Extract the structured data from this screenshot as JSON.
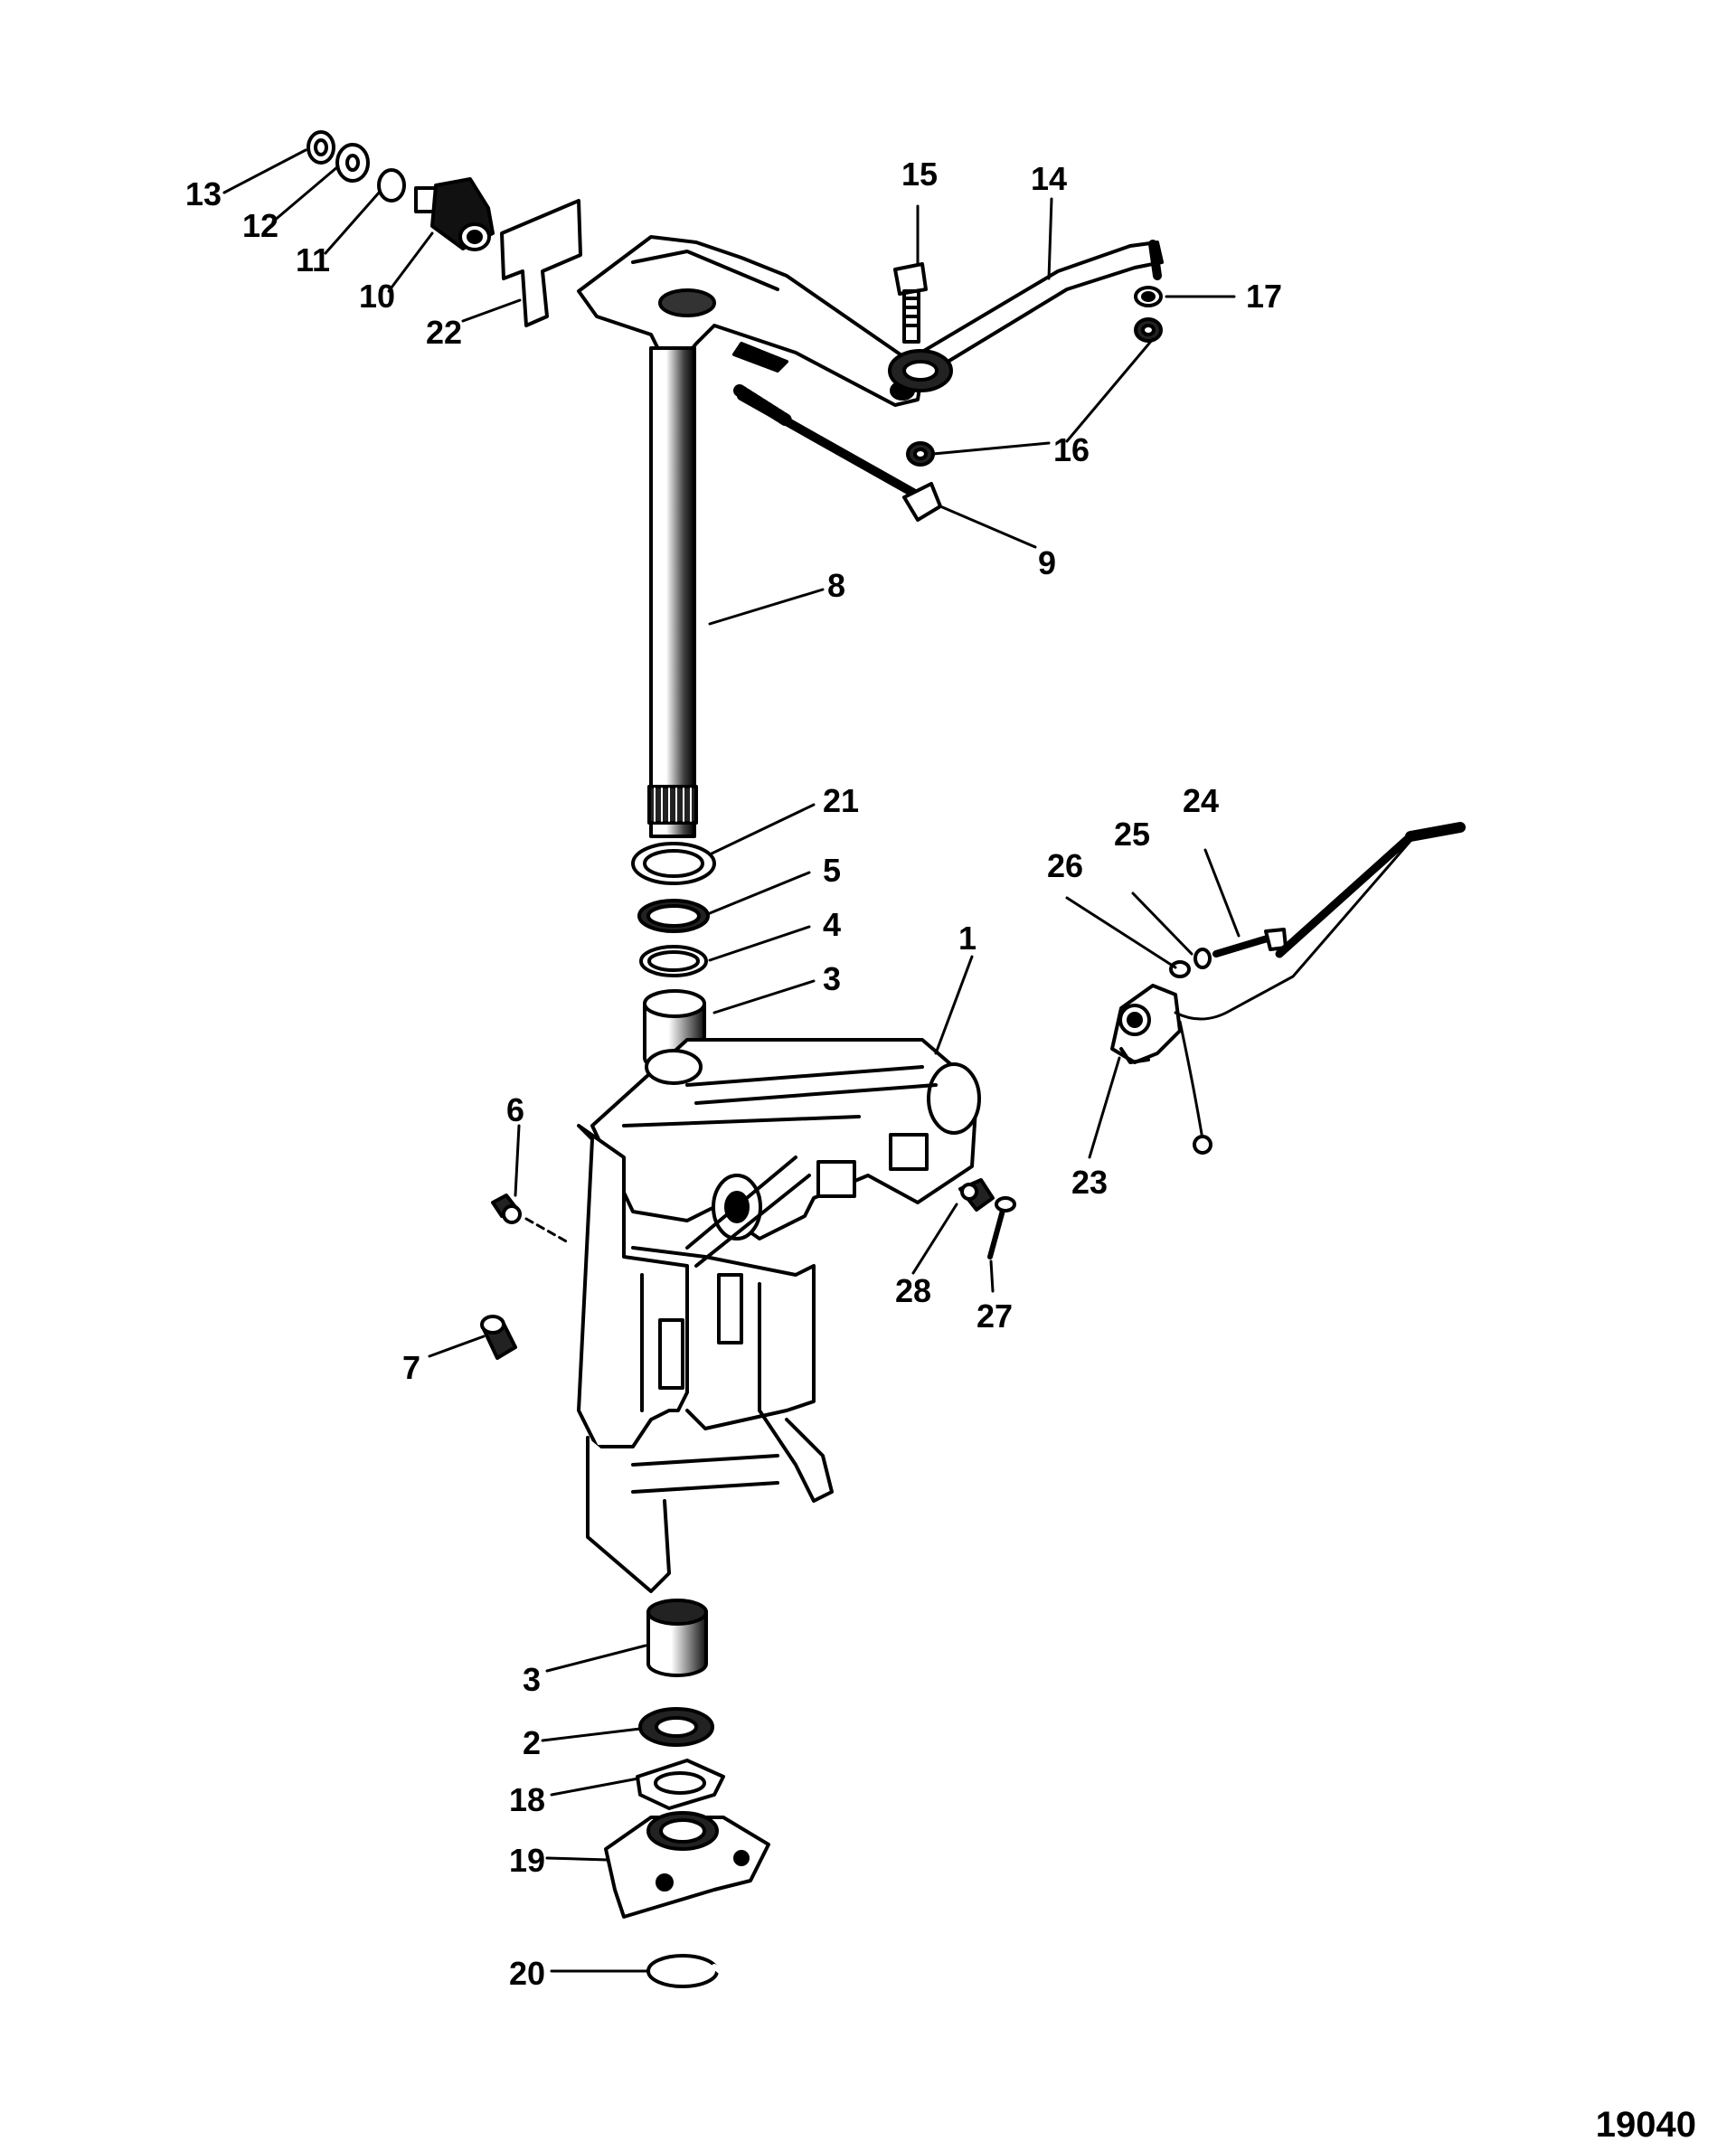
{
  "figure_id": "19040",
  "callouts": [
    {
      "id": "c13",
      "text": "13"
    },
    {
      "id": "c12",
      "text": "12"
    },
    {
      "id": "c11",
      "text": "11"
    },
    {
      "id": "c10",
      "text": "10"
    },
    {
      "id": "c22",
      "text": "22"
    },
    {
      "id": "c15",
      "text": "15"
    },
    {
      "id": "c14",
      "text": "14"
    },
    {
      "id": "c17",
      "text": "17"
    },
    {
      "id": "c16",
      "text": "16"
    },
    {
      "id": "c9",
      "text": "9"
    },
    {
      "id": "c8",
      "text": "8"
    },
    {
      "id": "c21",
      "text": "21"
    },
    {
      "id": "c5",
      "text": "5"
    },
    {
      "id": "c4",
      "text": "4"
    },
    {
      "id": "c3a",
      "text": "3"
    },
    {
      "id": "c1",
      "text": "1"
    },
    {
      "id": "c6",
      "text": "6"
    },
    {
      "id": "c7",
      "text": "7"
    },
    {
      "id": "c28",
      "text": "28"
    },
    {
      "id": "c27",
      "text": "27"
    },
    {
      "id": "c24",
      "text": "24"
    },
    {
      "id": "c25",
      "text": "25"
    },
    {
      "id": "c26",
      "text": "26"
    },
    {
      "id": "c23",
      "text": "23"
    },
    {
      "id": "c3b",
      "text": "3"
    },
    {
      "id": "c2",
      "text": "2"
    },
    {
      "id": "c18",
      "text": "18"
    },
    {
      "id": "c19",
      "text": "19"
    },
    {
      "id": "c20",
      "text": "20"
    }
  ]
}
